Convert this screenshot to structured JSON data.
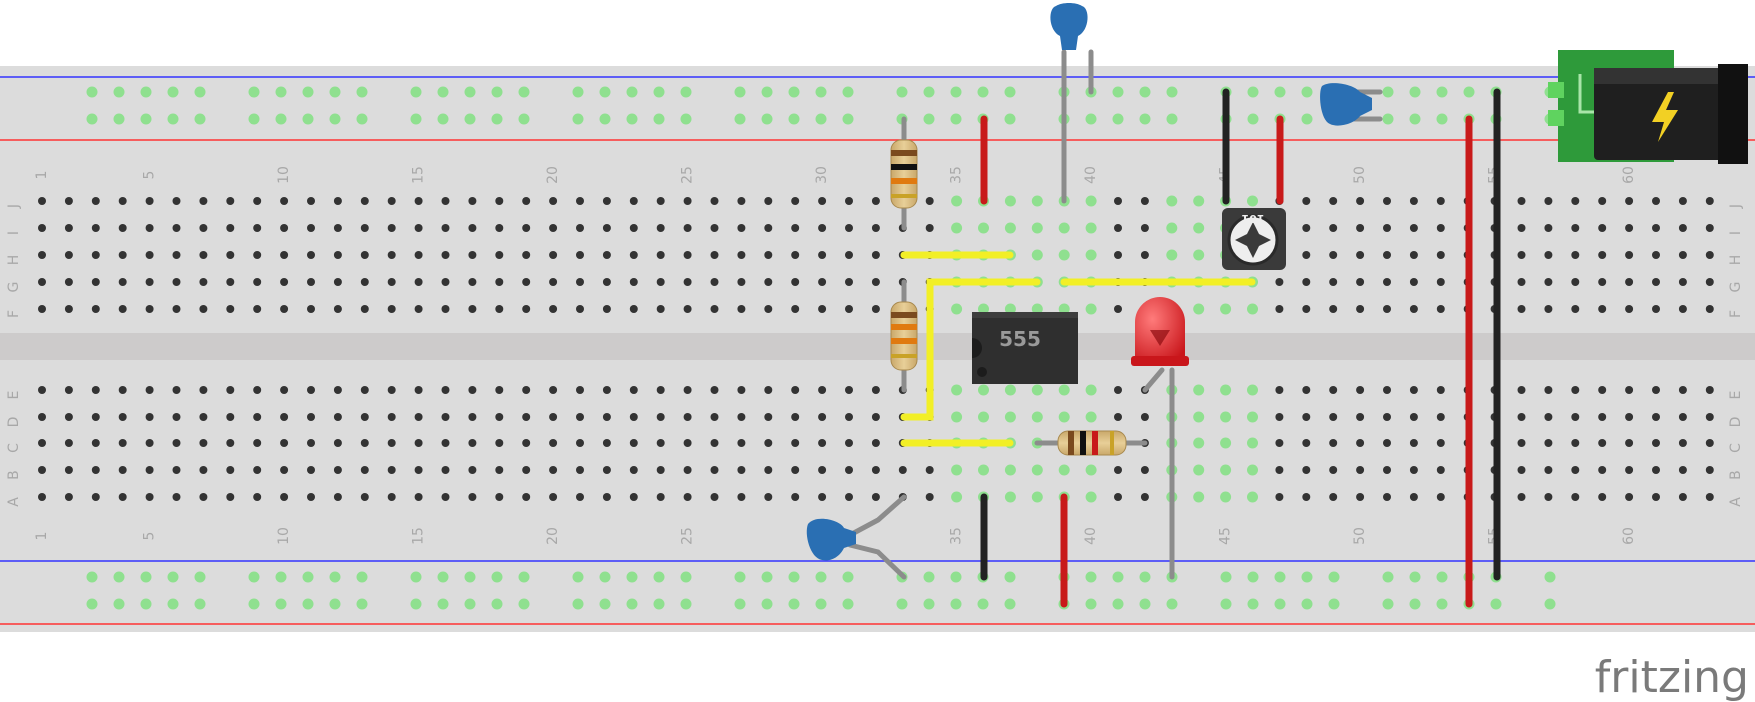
{
  "app": {
    "brand_text": "fritzing"
  },
  "breadboard": {
    "column_numbers": [
      "1",
      "5",
      "10",
      "15",
      "20",
      "25",
      "30",
      "35",
      "40",
      "45",
      "50",
      "55",
      "60"
    ],
    "top_row_letters": [
      "J",
      "I",
      "H",
      "G",
      "F"
    ],
    "bottom_row_letters": [
      "E",
      "D",
      "C",
      "B",
      "A"
    ]
  },
  "ic": {
    "label": "555"
  },
  "potentiometer": {
    "label": "101"
  },
  "colors": {
    "board": "#dcdcdc",
    "board_channel": "#cdcbcb",
    "hole": "#333333",
    "hole_connected": "#8fe08f",
    "rail_blue": "#3333ff",
    "rail_red": "#ff3333",
    "wire_yellow": "#f2ef26",
    "wire_red": "#c81a1a",
    "wire_black": "#222222",
    "capacitor_blue": "#2a6fb3",
    "led_red": "#e3262b",
    "ic_body": "#2f2f2f",
    "power_jack_pcb": "#2e9a3a"
  }
}
